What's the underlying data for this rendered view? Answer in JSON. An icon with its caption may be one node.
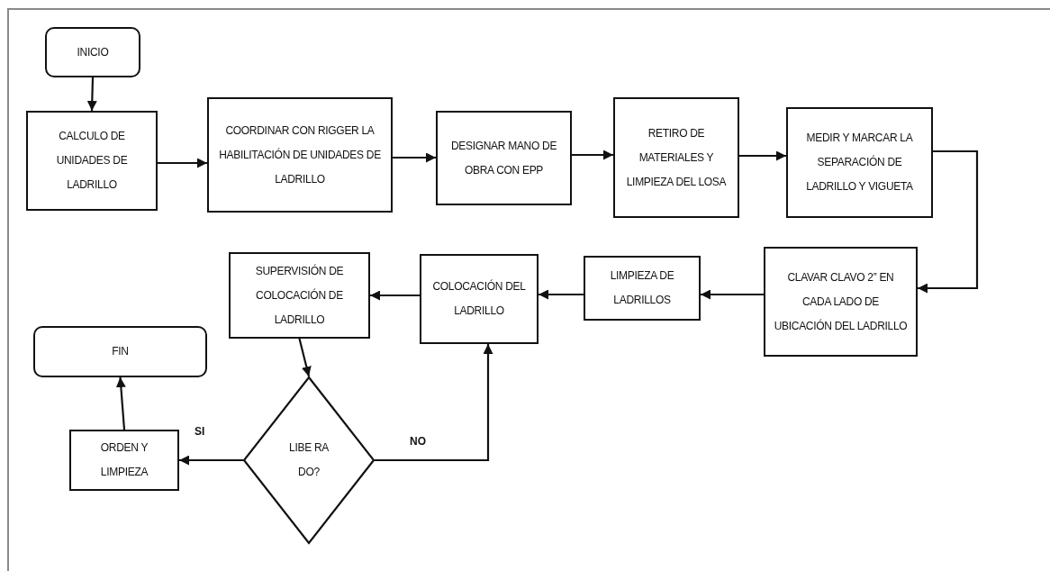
{
  "diagram": {
    "nodes": [
      {
        "text": [
          "INICIO"
        ]
      },
      {
        "text": [
          "CALCULO DE UNIDADES DE LADRILLO"
        ]
      },
      {
        "text": [
          "COORDINAR CON RIGGER LA HABILITACIÓN DE UNIDADES DE LADRILLO"
        ]
      },
      {
        "text": [
          "DESIGNAR MANO DE OBRA CON EPP"
        ]
      },
      {
        "text": [
          "RETIRO DE MATERIALES Y LIMPIEZA DEL LOSA"
        ]
      },
      {
        "text": [
          "MEDIR Y MARCAR LA SEPARACIÓN DE LADRILLO Y VIGUETA"
        ]
      },
      {
        "text": [
          "CLAVAR CLAVO 2” EN CADA LADO DE UBICACIÓN DEL LADRILLO"
        ]
      },
      {
        "text": [
          "LIMPIEZA DE LADRILLOS"
        ]
      },
      {
        "text": [
          "COLOCACIÓN DEL LADRILLO"
        ]
      },
      {
        "text": [
          "SUPERVISIÓN DE COLOCACIÓN DE LADRILLO"
        ]
      },
      {
        "text": [
          "FIN"
        ]
      },
      {
        "text": [
          "LIBE RA DO?"
        ]
      },
      {
        "text": [
          "ORDEN Y LIMPIEZA"
        ]
      }
    ],
    "edges": [
      {
        "from": 0,
        "to": 1,
        "arrow": "to"
      },
      {
        "from": 1,
        "to": 2,
        "arrow": "to"
      },
      {
        "from": 2,
        "to": 3,
        "arrow": "to"
      },
      {
        "from": 3,
        "to": 4,
        "arrow": "to"
      },
      {
        "from": 4,
        "to": 5,
        "arrow": "to"
      },
      {
        "from": 5,
        "to": 6,
        "arrow": "to"
      },
      {
        "from": 6,
        "to": 7,
        "arrow": "to"
      },
      {
        "from": 7,
        "to": 8,
        "arrow": "to"
      },
      {
        "from": 8,
        "to": 9,
        "arrow": "to"
      },
      {
        "from": 9,
        "to": 11,
        "arrow": "to"
      },
      {
        "from": 11,
        "to": 12,
        "arrow": "to",
        "label": "SI"
      },
      {
        "from": 11,
        "to": 8,
        "arrow": "to",
        "label": "NO"
      },
      {
        "from": 12,
        "to": 10,
        "arrow": "to"
      }
    ]
  }
}
